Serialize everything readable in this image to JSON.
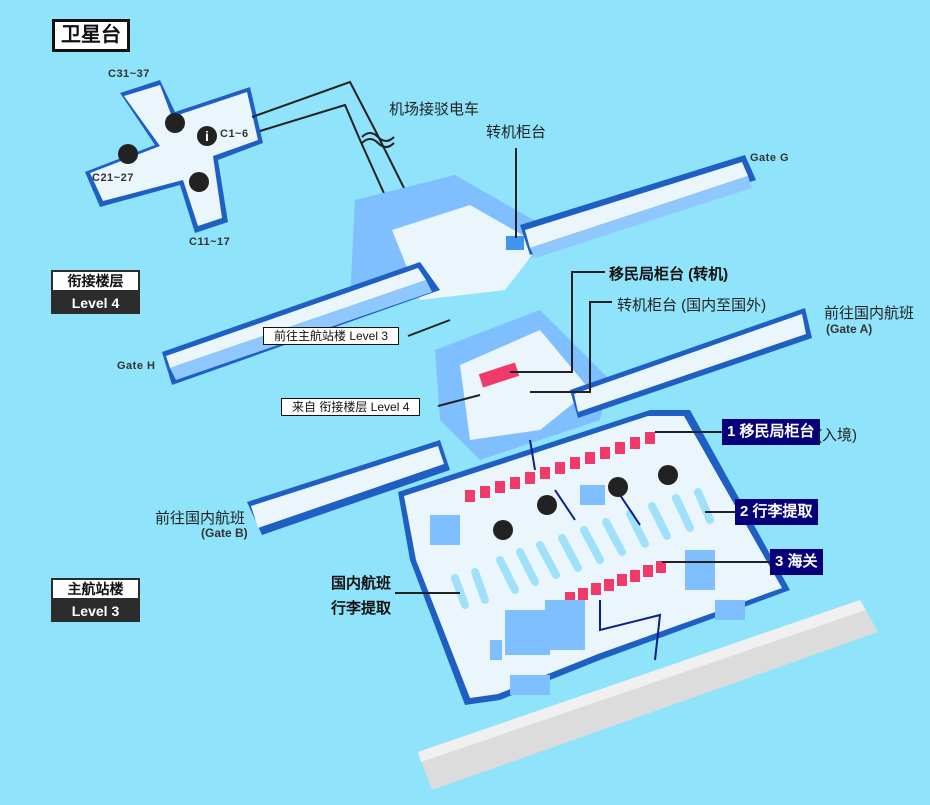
{
  "map": {
    "title": "卫星台",
    "colors": {
      "background": "#8fe4fb",
      "floor": "#eaf6fc",
      "wall": "#1f5fc4",
      "block": "#7fbfff",
      "block_dark": "#3f95f0",
      "counter": "#f03a6a",
      "baggage_belt": "#9fe0fb",
      "route_arrow": "#0a1e8c",
      "road": "#e1e1e1",
      "label_tag_bg": "#05007a"
    },
    "levels": [
      {
        "name": "衔接楼层",
        "label": "Level 4"
      },
      {
        "name": "主航站楼",
        "label": "Level 3"
      }
    ],
    "satellite": {
      "gates": [
        "C31~37",
        "C1~6",
        "C21~27",
        "C11~17"
      ],
      "icons": [
        "transfer-icon",
        "info-icon",
        "transfer-icon",
        "transfer-icon"
      ]
    },
    "labels": {
      "airport_train": "机场接驳电车",
      "transfer_counter": "转机柜台",
      "gate_g": "Gate G",
      "gate_h": "Gate H",
      "immigration_transfer": "移民局柜台 (转机)",
      "transfer_domestic_intl": "转机柜台 (国内至国外)",
      "to_domestic_a": "前往国内航班",
      "gate_a": "(Gate A)",
      "to_domestic_b": "前往国内航班",
      "gate_b": "(Gate B)",
      "to_main_l3": "前往主航站楼 Level 3",
      "from_l4": "来自 衔接楼层 Level 4",
      "domestic_baggage_line1": "国内航班",
      "domestic_baggage_line2": "行李提取"
    },
    "steps": [
      {
        "num": "1",
        "text": "移民局柜台",
        "suffix": "(入境)"
      },
      {
        "num": "2",
        "text": "行李提取",
        "suffix": ""
      },
      {
        "num": "3",
        "text": "海关",
        "suffix": ""
      }
    ]
  }
}
